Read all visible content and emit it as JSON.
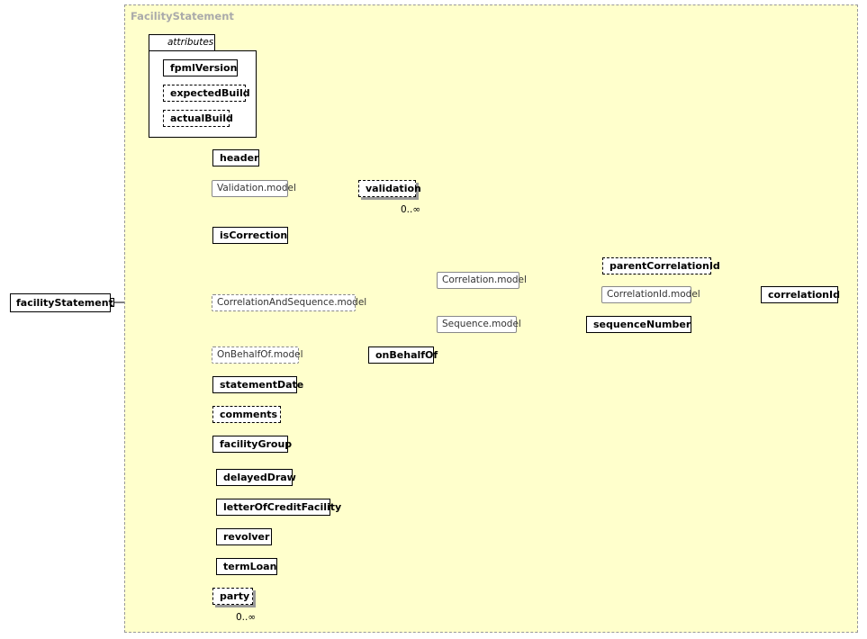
{
  "diagram": {
    "type_name": "FacilityStatement",
    "root": "facilityStatement",
    "attributes": {
      "label": "attributes",
      "items": [
        "fpmlVersion",
        "expectedBuild",
        "actualBuild"
      ]
    },
    "seq1": {
      "header": "header",
      "validation_model": "Validation.model",
      "validation": "validation",
      "validation_occ": "0..∞"
    },
    "seq2": {
      "is_correction": "isCorrection",
      "correlation_and_sequence": "CorrelationAndSequence.model",
      "correlation_model": "Correlation.model",
      "parent_correlation_id": "parentCorrelationId",
      "correlation_id_model": "CorrelationId.model",
      "correlation_id": "correlationId",
      "sequence_model": "Sequence.model",
      "sequence_number": "sequenceNumber",
      "on_behalf_of_model": "OnBehalfOf.model",
      "on_behalf_of": "onBehalfOf"
    },
    "seq3": {
      "statement_date": "statementDate",
      "comments": "comments"
    },
    "seq4": {
      "facility_group": "facilityGroup",
      "delayed_draw": "delayedDraw",
      "letter_of_credit": "letterOfCreditFacility",
      "revolver": "revolver",
      "term_loan": "termLoan",
      "party": "party",
      "party_occ": "0..∞"
    }
  }
}
